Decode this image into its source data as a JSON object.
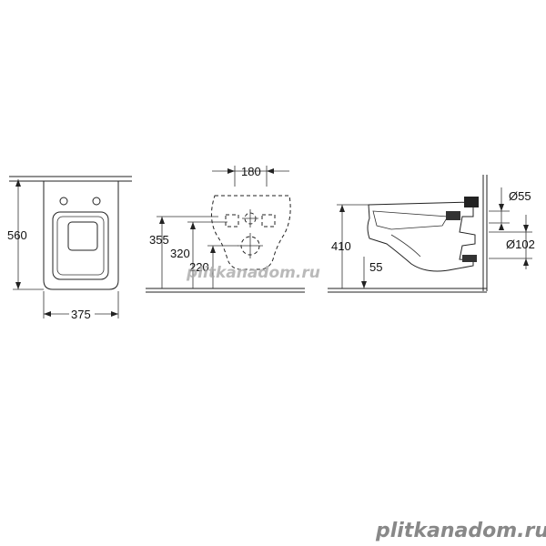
{
  "dimensions": {
    "width": "180",
    "depth": "560",
    "width_front": "375",
    "h355": "355",
    "h320": "320",
    "h220": "220",
    "h410": "410",
    "h55": "55",
    "d55": "Ø55",
    "d102": "Ø102"
  },
  "watermarks": {
    "center": "plitkanadom.ru",
    "bottom": "plitkanadom.ru"
  },
  "colors": {
    "line": "#222222",
    "watermark": "#9a9a9a"
  }
}
